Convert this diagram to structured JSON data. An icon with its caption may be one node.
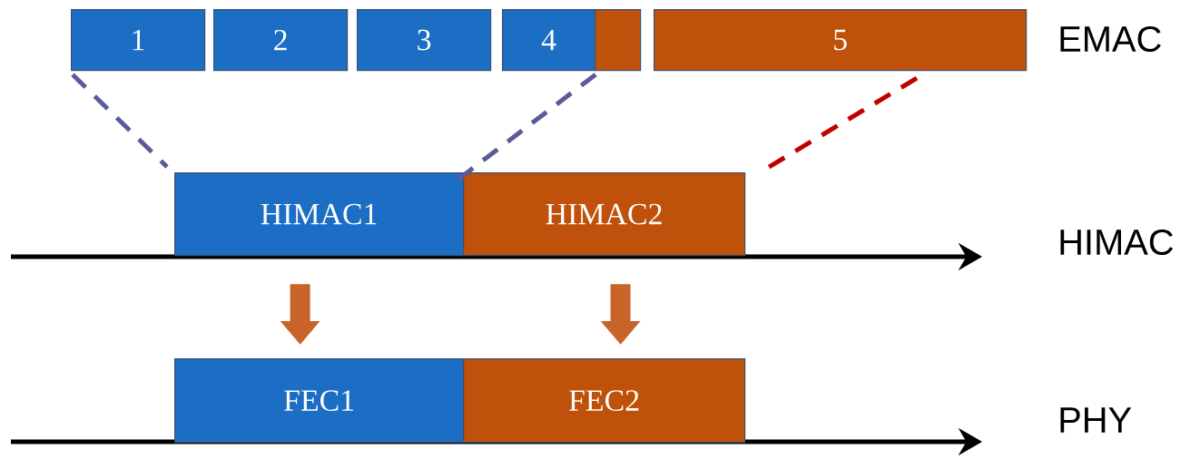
{
  "diagram": {
    "nodes": [
      {
        "text": [
          "1"
        ]
      },
      {
        "text": [
          "2"
        ]
      },
      {
        "text": [
          "3"
        ]
      },
      {
        "text": [
          "4"
        ]
      },
      {
        "text": [],
        "shape": "box"
      },
      {
        "text": [
          "5"
        ]
      },
      {
        "text": [
          "HIMAC1"
        ]
      },
      {
        "text": [
          "HIMAC2"
        ]
      },
      {
        "text": [
          "FEC1"
        ]
      },
      {
        "text": [
          "FEC2"
        ]
      }
    ],
    "edges": [
      {
        "from": 0,
        "to": 6,
        "arrow": "none",
        "style": "dashed"
      },
      {
        "from": 3,
        "to": 6,
        "arrow": "none",
        "style": "dashed"
      },
      {
        "from": 5,
        "to": 7,
        "arrow": "none",
        "style": "dashed",
        "color": "#c00000"
      },
      {
        "from": 6,
        "to": 8,
        "arrow": "to",
        "style": "thick",
        "color": "#c8642a"
      },
      {
        "from": 7,
        "to": 9,
        "arrow": "to",
        "style": "thick",
        "color": "#c8642a"
      }
    ],
    "labels": [
      "EMAC",
      "HIMAC",
      "PHY"
    ]
  }
}
